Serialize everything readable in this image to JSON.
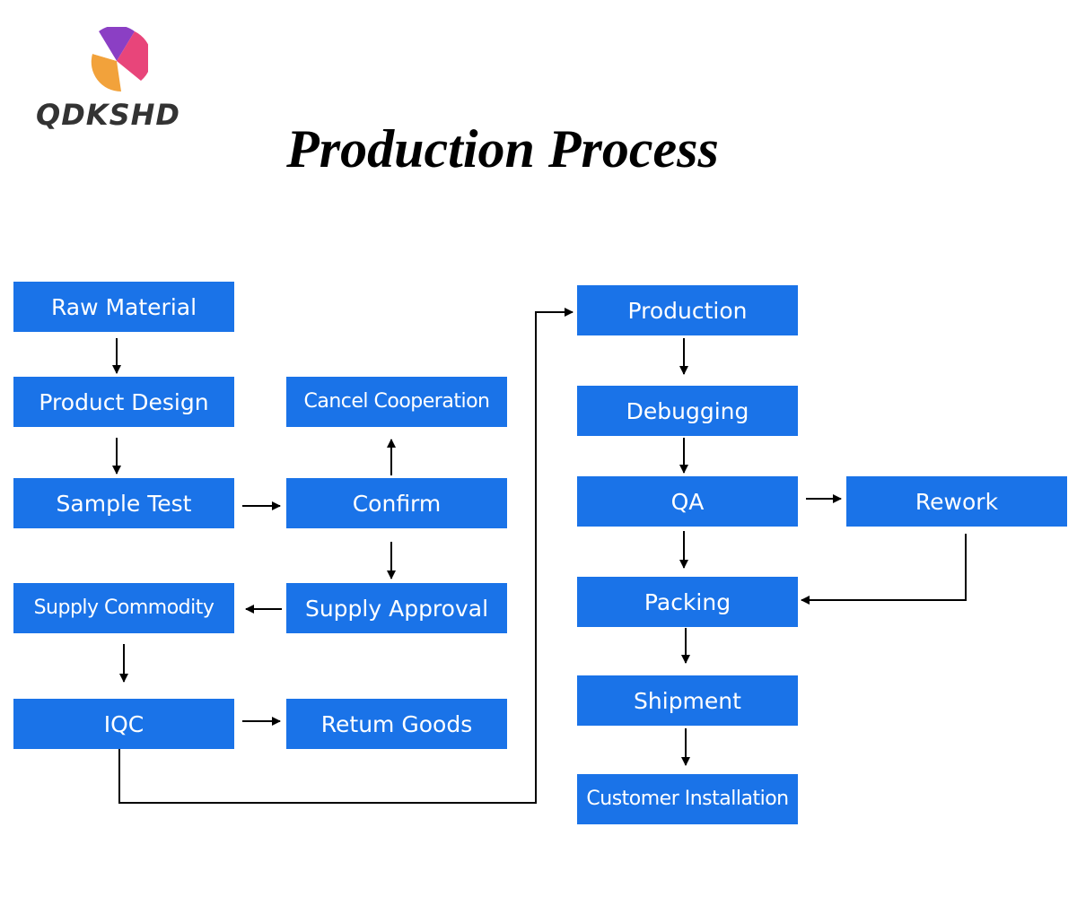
{
  "brand": {
    "name": "QDKSHD",
    "colors": {
      "pink": "#e8457a",
      "purple": "#8b3fc4",
      "orange": "#f2a23b"
    }
  },
  "title": "Production Process",
  "diagram": {
    "box_color": "#1a73e8",
    "text_color": "#ffffff",
    "line_color": "#000000",
    "steps": {
      "raw_material": "Raw Material",
      "product_design": "Product Design",
      "sample_test": "Sample Test",
      "cancel_cooperation": "Cancel Cooperation",
      "confirm": "Confirm",
      "supply_approval": "Supply Approval",
      "supply_commodity": "Supply Commodity",
      "iqc": "IQC",
      "return_goods": "Retum Goods",
      "production": "Production",
      "debugging": "Debugging",
      "qa": "QA",
      "rework": "Rework",
      "packing": "Packing",
      "shipment": "Shipment",
      "customer_installation": "Customer Installation"
    }
  }
}
